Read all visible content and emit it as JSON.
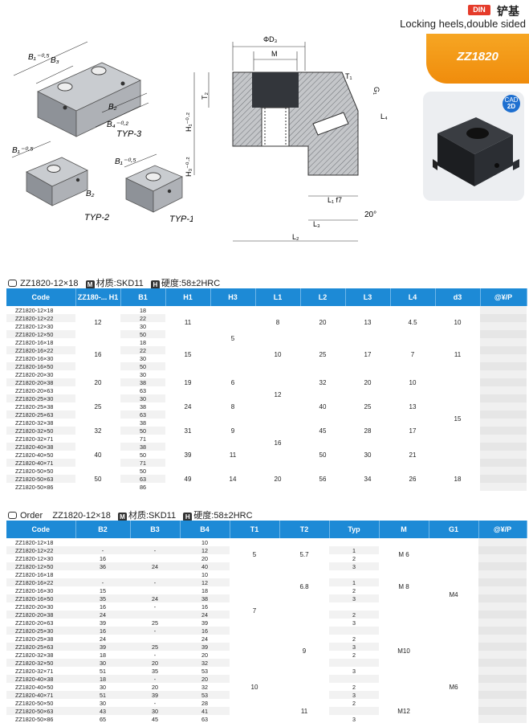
{
  "header": {
    "din_badge": "DIN",
    "din_cn": "铲基",
    "subtitle": "Locking heels,double sided",
    "product_code": "ZZ1820",
    "cad_badge_top": "CAD",
    "cad_badge_bottom": "2D"
  },
  "diagram_labels": {
    "b1": "B₁⁻⁰·⁵",
    "b3": "B₃",
    "b2": "B₂",
    "b4": "B₄⁻⁰·²",
    "typ3": "TYP-3",
    "typ2": "TYP-2",
    "typ1": "TYP-1",
    "d3": "ΦD₃",
    "m": "M",
    "t1": "T₁",
    "t2": "T₂",
    "g1": "G₁",
    "h1": "H₁⁻⁰·²",
    "h3": "H₃⁻⁰·²",
    "l4": "L₄",
    "l1": "L₁ f7",
    "l3": "L₃",
    "l2": "L₂",
    "angle": "20°"
  },
  "section1": {
    "code": "ZZ1820-12×18",
    "material_icon": "M",
    "material": "材质:SKD11",
    "hardness_icon": "H",
    "hardness": "硬度:58±2HRC",
    "columns": [
      "Code",
      "ZZ180-... H1",
      "B1",
      "H1",
      "H3",
      "L1",
      "L2",
      "L3",
      "L4",
      "d3",
      "@¥/P"
    ],
    "rows": [
      [
        "ZZ1820-12×18",
        "18"
      ],
      [
        "ZZ1820-12×22",
        "22"
      ],
      [
        "ZZ1820-12×30",
        "30"
      ],
      [
        "ZZ1820-12×50",
        "50"
      ],
      [
        "ZZ1820-16×18",
        "18"
      ],
      [
        "ZZ1820-16×22",
        "22"
      ],
      [
        "ZZ1820-16×30",
        "30"
      ],
      [
        "ZZ1820-16×50",
        "50"
      ],
      [
        "ZZ1820-20×30",
        "30"
      ],
      [
        "ZZ1820-20×38",
        "38"
      ],
      [
        "ZZ1820-20×63",
        "63"
      ],
      [
        "ZZ1820-25×30",
        "30"
      ],
      [
        "ZZ1820-25×38",
        "38"
      ],
      [
        "ZZ1820-25×63",
        "63"
      ],
      [
        "ZZ1820-32×38",
        "38"
      ],
      [
        "ZZ1820-32×50",
        "50"
      ],
      [
        "ZZ1820-32×71",
        "71"
      ],
      [
        "ZZ1820-40×38",
        "38"
      ],
      [
        "ZZ1820-40×50",
        "50"
      ],
      [
        "ZZ1820-40×71",
        "71"
      ],
      [
        "ZZ1820-50×50",
        "50"
      ],
      [
        "ZZ1820-50×63",
        "63"
      ],
      [
        "ZZ1820-50×86",
        "86"
      ]
    ],
    "groups": {
      "h1_code": [
        "12",
        "16",
        "20",
        "25",
        "32",
        "40",
        "50"
      ],
      "h1": [
        "11",
        "15",
        "19",
        "24",
        "31",
        "39",
        "49"
      ],
      "h3": [
        "5",
        "6",
        "8",
        "9",
        "11",
        "14"
      ],
      "l1": [
        "8",
        "10",
        "12",
        "16",
        "20"
      ],
      "l2": [
        "20",
        "25",
        "32",
        "40",
        "45",
        "50",
        "56"
      ],
      "l3": [
        "13",
        "17",
        "20",
        "25",
        "28",
        "30",
        "34"
      ],
      "l4": [
        "4.5",
        "7",
        "10",
        "13",
        "17",
        "21",
        "26"
      ],
      "d3": [
        "10",
        "11",
        "15",
        "18"
      ]
    }
  },
  "section2": {
    "order_label": "Order",
    "code": "ZZ1820-12×18",
    "material_icon": "M",
    "material": "材质:SKD11",
    "hardness_icon": "H",
    "hardness": "硬度:58±2HRC",
    "columns": [
      "Code",
      "B2",
      "B3",
      "B4",
      "T1",
      "T2",
      "Typ",
      "M",
      "G1",
      "@¥/P"
    ],
    "rows": [
      [
        "ZZ1820-12×18",
        "",
        "",
        "10",
        ""
      ],
      [
        "ZZ1820-12×22",
        "-",
        "-",
        "12",
        "1"
      ],
      [
        "ZZ1820-12×30",
        "16",
        "",
        "20",
        "2"
      ],
      [
        "ZZ1820-12×50",
        "36",
        "24",
        "40",
        "3"
      ],
      [
        "ZZ1820-16×18",
        "",
        "",
        "10",
        ""
      ],
      [
        "ZZ1820-16×22",
        "-",
        "-",
        "12",
        "1"
      ],
      [
        "ZZ1820-16×30",
        "15",
        "",
        "18",
        "2"
      ],
      [
        "ZZ1820-16×50",
        "35",
        "24",
        "38",
        "3"
      ],
      [
        "ZZ1820-20×30",
        "16",
        "-",
        "16",
        ""
      ],
      [
        "ZZ1820-20×38",
        "24",
        "",
        "24",
        "2"
      ],
      [
        "ZZ1820-20×63",
        "39",
        "25",
        "39",
        "3"
      ],
      [
        "ZZ1820-25×30",
        "16",
        "-",
        "16",
        ""
      ],
      [
        "ZZ1820-25×38",
        "24",
        "",
        "24",
        "2"
      ],
      [
        "ZZ1820-25×63",
        "39",
        "25",
        "39",
        "3"
      ],
      [
        "ZZ1820-32×38",
        "18",
        "-",
        "20",
        "2"
      ],
      [
        "ZZ1820-32×50",
        "30",
        "20",
        "32",
        ""
      ],
      [
        "ZZ1820-32×71",
        "51",
        "35",
        "53",
        "3"
      ],
      [
        "ZZ1820-40×38",
        "18",
        "-",
        "20",
        ""
      ],
      [
        "ZZ1820-40×50",
        "30",
        "20",
        "32",
        "2"
      ],
      [
        "ZZ1820-40×71",
        "51",
        "39",
        "53",
        "3"
      ],
      [
        "ZZ1820-50×50",
        "30",
        "-",
        "28",
        "2"
      ],
      [
        "ZZ1820-50×63",
        "43",
        "30",
        "41",
        ""
      ],
      [
        "ZZ1820-50×86",
        "65",
        "45",
        "63",
        "3"
      ]
    ],
    "groups": {
      "t1": [
        "5",
        "7",
        "10"
      ],
      "t2": [
        "5.7",
        "6.8",
        "9",
        "11"
      ],
      "m": [
        "M 6",
        "M 8",
        "M10",
        "M12"
      ],
      "g1": [
        "M4",
        "M6"
      ]
    }
  }
}
